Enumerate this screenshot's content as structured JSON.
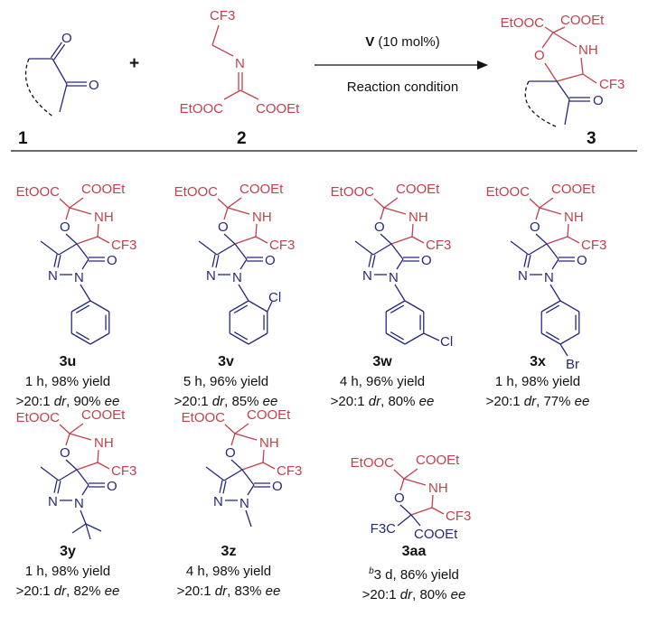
{
  "colors": {
    "red": "#c0424d",
    "blue": "#27287a",
    "black": "#111111"
  },
  "scheme": {
    "reactant1_label": "1",
    "plus": "+",
    "reactant2_label": "2",
    "product_label": "3",
    "catalyst": "V",
    "catalyst_loading": "(10 mol%)",
    "condition": "Reaction condition",
    "atoms": {
      "O": "O",
      "N": "N",
      "NH": "NH",
      "CF3": "CF3",
      "EtOOC": "EtOOC",
      "COOEt": "COOEt",
      "F3C": "F3C",
      "Cl": "Cl",
      "Br": "Br"
    }
  },
  "compounds": [
    {
      "label": "3u",
      "subst": "phenyl",
      "line1": "1 h, 98% yield",
      "ratio": ">20:1",
      "dr": "dr",
      "ee_value": ", 90%",
      "ee": "ee"
    },
    {
      "label": "3v",
      "subst": "2-chlorophenyl",
      "line1": "5 h, 96% yield",
      "ratio": ">20:1",
      "dr": "dr",
      "ee_value": ", 85%",
      "ee": "ee"
    },
    {
      "label": "3w",
      "subst": "3-chlorophenyl",
      "line1": "4 h, 96% yield",
      "ratio": ">20:1",
      "dr": "dr",
      "ee_value": ", 80%",
      "ee": "ee"
    },
    {
      "label": "3x",
      "subst": "4-bromophenyl",
      "line1": "1 h, 98% yield",
      "ratio": ">20:1",
      "dr": "dr",
      "ee_value": ", 77%",
      "ee": "ee"
    },
    {
      "label": "3y",
      "subst": "tert-butyl",
      "line1": "1 h, 98% yield",
      "ratio": ">20:1",
      "dr": "dr",
      "ee_value": ", 82%",
      "ee": "ee"
    },
    {
      "label": "3z",
      "subst": "methyl",
      "line1": "4 h, 98% yield",
      "ratio": ">20:1",
      "dr": "dr",
      "ee_value": ", 83%",
      "ee": "ee"
    },
    {
      "label": "3aa",
      "subst": "acyclic",
      "footnote": "b",
      "line1": "3 d, 86% yield",
      "ratio": ">20:1",
      "dr": "dr",
      "ee_value": ", 80%",
      "ee": "ee"
    }
  ]
}
